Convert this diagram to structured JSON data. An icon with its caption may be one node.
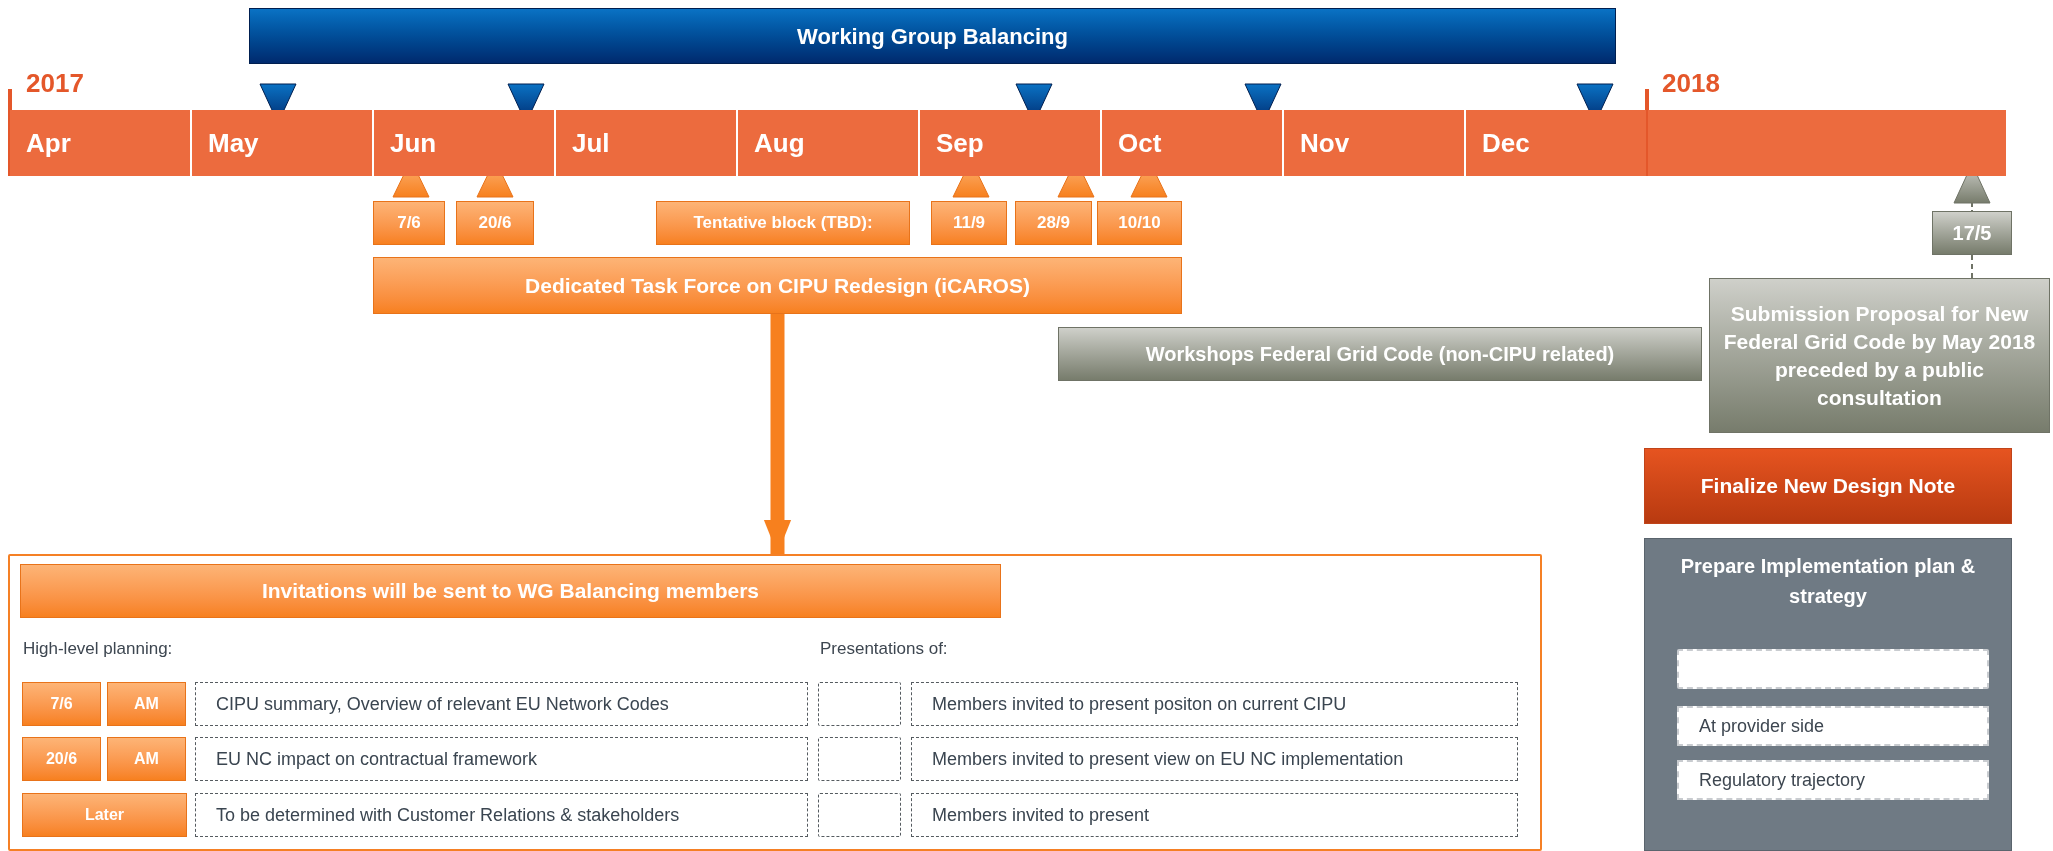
{
  "diagram": {
    "nodes": [
      {
        "text": [
          "Working Group Balancing"
        ]
      },
      {
        "text": [
          "Apr"
        ]
      },
      {
        "text": [
          "May"
        ]
      },
      {
        "text": [
          "Jun"
        ]
      },
      {
        "text": [
          "Jul"
        ]
      },
      {
        "text": [
          "Aug"
        ]
      },
      {
        "text": [
          "Sep"
        ]
      },
      {
        "text": [
          "Oct"
        ]
      },
      {
        "text": [
          "Nov"
        ]
      },
      {
        "text": [
          "Dec"
        ]
      },
      {
        "text": [],
        "shape": "bar"
      },
      {
        "text": [
          "7/6"
        ]
      },
      {
        "text": [
          "20/6"
        ]
      },
      {
        "text": [
          "Tentative block (TBD):"
        ]
      },
      {
        "text": [
          "11/9"
        ]
      },
      {
        "text": [
          "28/9"
        ]
      },
      {
        "text": [
          "10/10"
        ]
      },
      {
        "text": [
          "Dedicated Task Force on CIPU Redesign (iCAROS)"
        ]
      },
      {
        "text": [
          "17/5"
        ]
      },
      {
        "text": [
          "Submission Proposal for New Federal Grid Code by May 2018",
          "preceded by a public consultation"
        ]
      },
      {
        "text": [
          "Workshops Federal Grid Code (non-CIPU related)"
        ]
      },
      {
        "text": [
          "Finalize New Design Note"
        ]
      },
      {
        "text": [
          "Prepare Implementation plan & strategy"
        ]
      },
      {
        "text": [],
        "shape": "box",
        "in": 22
      },
      {
        "text": [
          "At provider side"
        ],
        "in": 22
      },
      {
        "text": [
          "Regulatory trajectory"
        ],
        "in": 22
      },
      {
        "text": [],
        "shape": "box"
      },
      {
        "text": [
          "Invitations will be sent to WG Balancing members"
        ],
        "in": 26
      },
      {
        "text": [
          "7/6"
        ],
        "in": 26
      },
      {
        "text": [
          "AM"
        ],
        "in": 26
      },
      {
        "text": [
          "CIPU summary, Overview of relevant EU Network Codes"
        ],
        "in": 26
      },
      {
        "text": [],
        "shape": "box",
        "in": 26
      },
      {
        "text": [
          "Members invited to present positon on current CIPU"
        ],
        "in": 26
      },
      {
        "text": [
          "20/6"
        ],
        "in": 26
      },
      {
        "text": [
          "AM"
        ],
        "in": 26
      },
      {
        "text": [
          "EU NC impact on contractual framework"
        ],
        "in": 26
      },
      {
        "text": [],
        "shape": "box",
        "in": 26
      },
      {
        "text": [
          "Members invited to present view on EU NC implementation"
        ],
        "in": 26
      },
      {
        "text": [
          "Later"
        ],
        "in": 26
      },
      {
        "text": [
          "To be determined with Customer Relations & stakeholders"
        ],
        "in": 26
      },
      {
        "text": [],
        "shape": "box",
        "in": 26
      },
      {
        "text": [
          "Members invited to present"
        ],
        "in": 26
      }
    ],
    "edges": [
      {
        "from": 17,
        "to": 26,
        "arrow": "to",
        "style": "thick",
        "color": "#f7801e"
      },
      {
        "from": 19,
        "to": 18,
        "arrow": "none",
        "style": "dashed",
        "color": "#6f7366"
      }
    ],
    "labels": [
      "2017",
      "2018",
      "High-level planning:",
      "Presentations of:"
    ]
  }
}
